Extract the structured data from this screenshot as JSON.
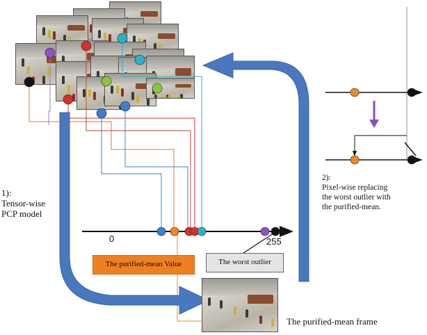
{
  "axis": {
    "min_label": "0",
    "max_label": "255"
  },
  "step1": {
    "lines": [
      "1):",
      "Tensor-wise",
      "PCP model"
    ]
  },
  "step2": {
    "lines": [
      "2):",
      "Pixel-wise replacing",
      "the worst outlier with",
      "the purified-mean."
    ]
  },
  "labels": {
    "purified_mean_value": "The purified-mean Value",
    "worst_outlier": "The worst outlier",
    "purified_mean_frame": "The purified-mean frame"
  },
  "colors": {
    "arrow_blue": "#4a78be",
    "orange_box": "#f07f1f",
    "gray_box": "#e4e4e4",
    "dot_blue": "#3a7fd0",
    "dot_orange": "#f08a1e",
    "dot_red": "#d8312a",
    "dot_teal": "#2ab2c8",
    "dot_purple": "#8e54c6",
    "dot_green": "#8cc63e",
    "dot_black": "#111111",
    "down_arrow_purple": "#8a4ec0"
  },
  "icons": [
    "block-arrow-down-right",
    "block-arrow-up-left",
    "down-arrow-icon"
  ]
}
